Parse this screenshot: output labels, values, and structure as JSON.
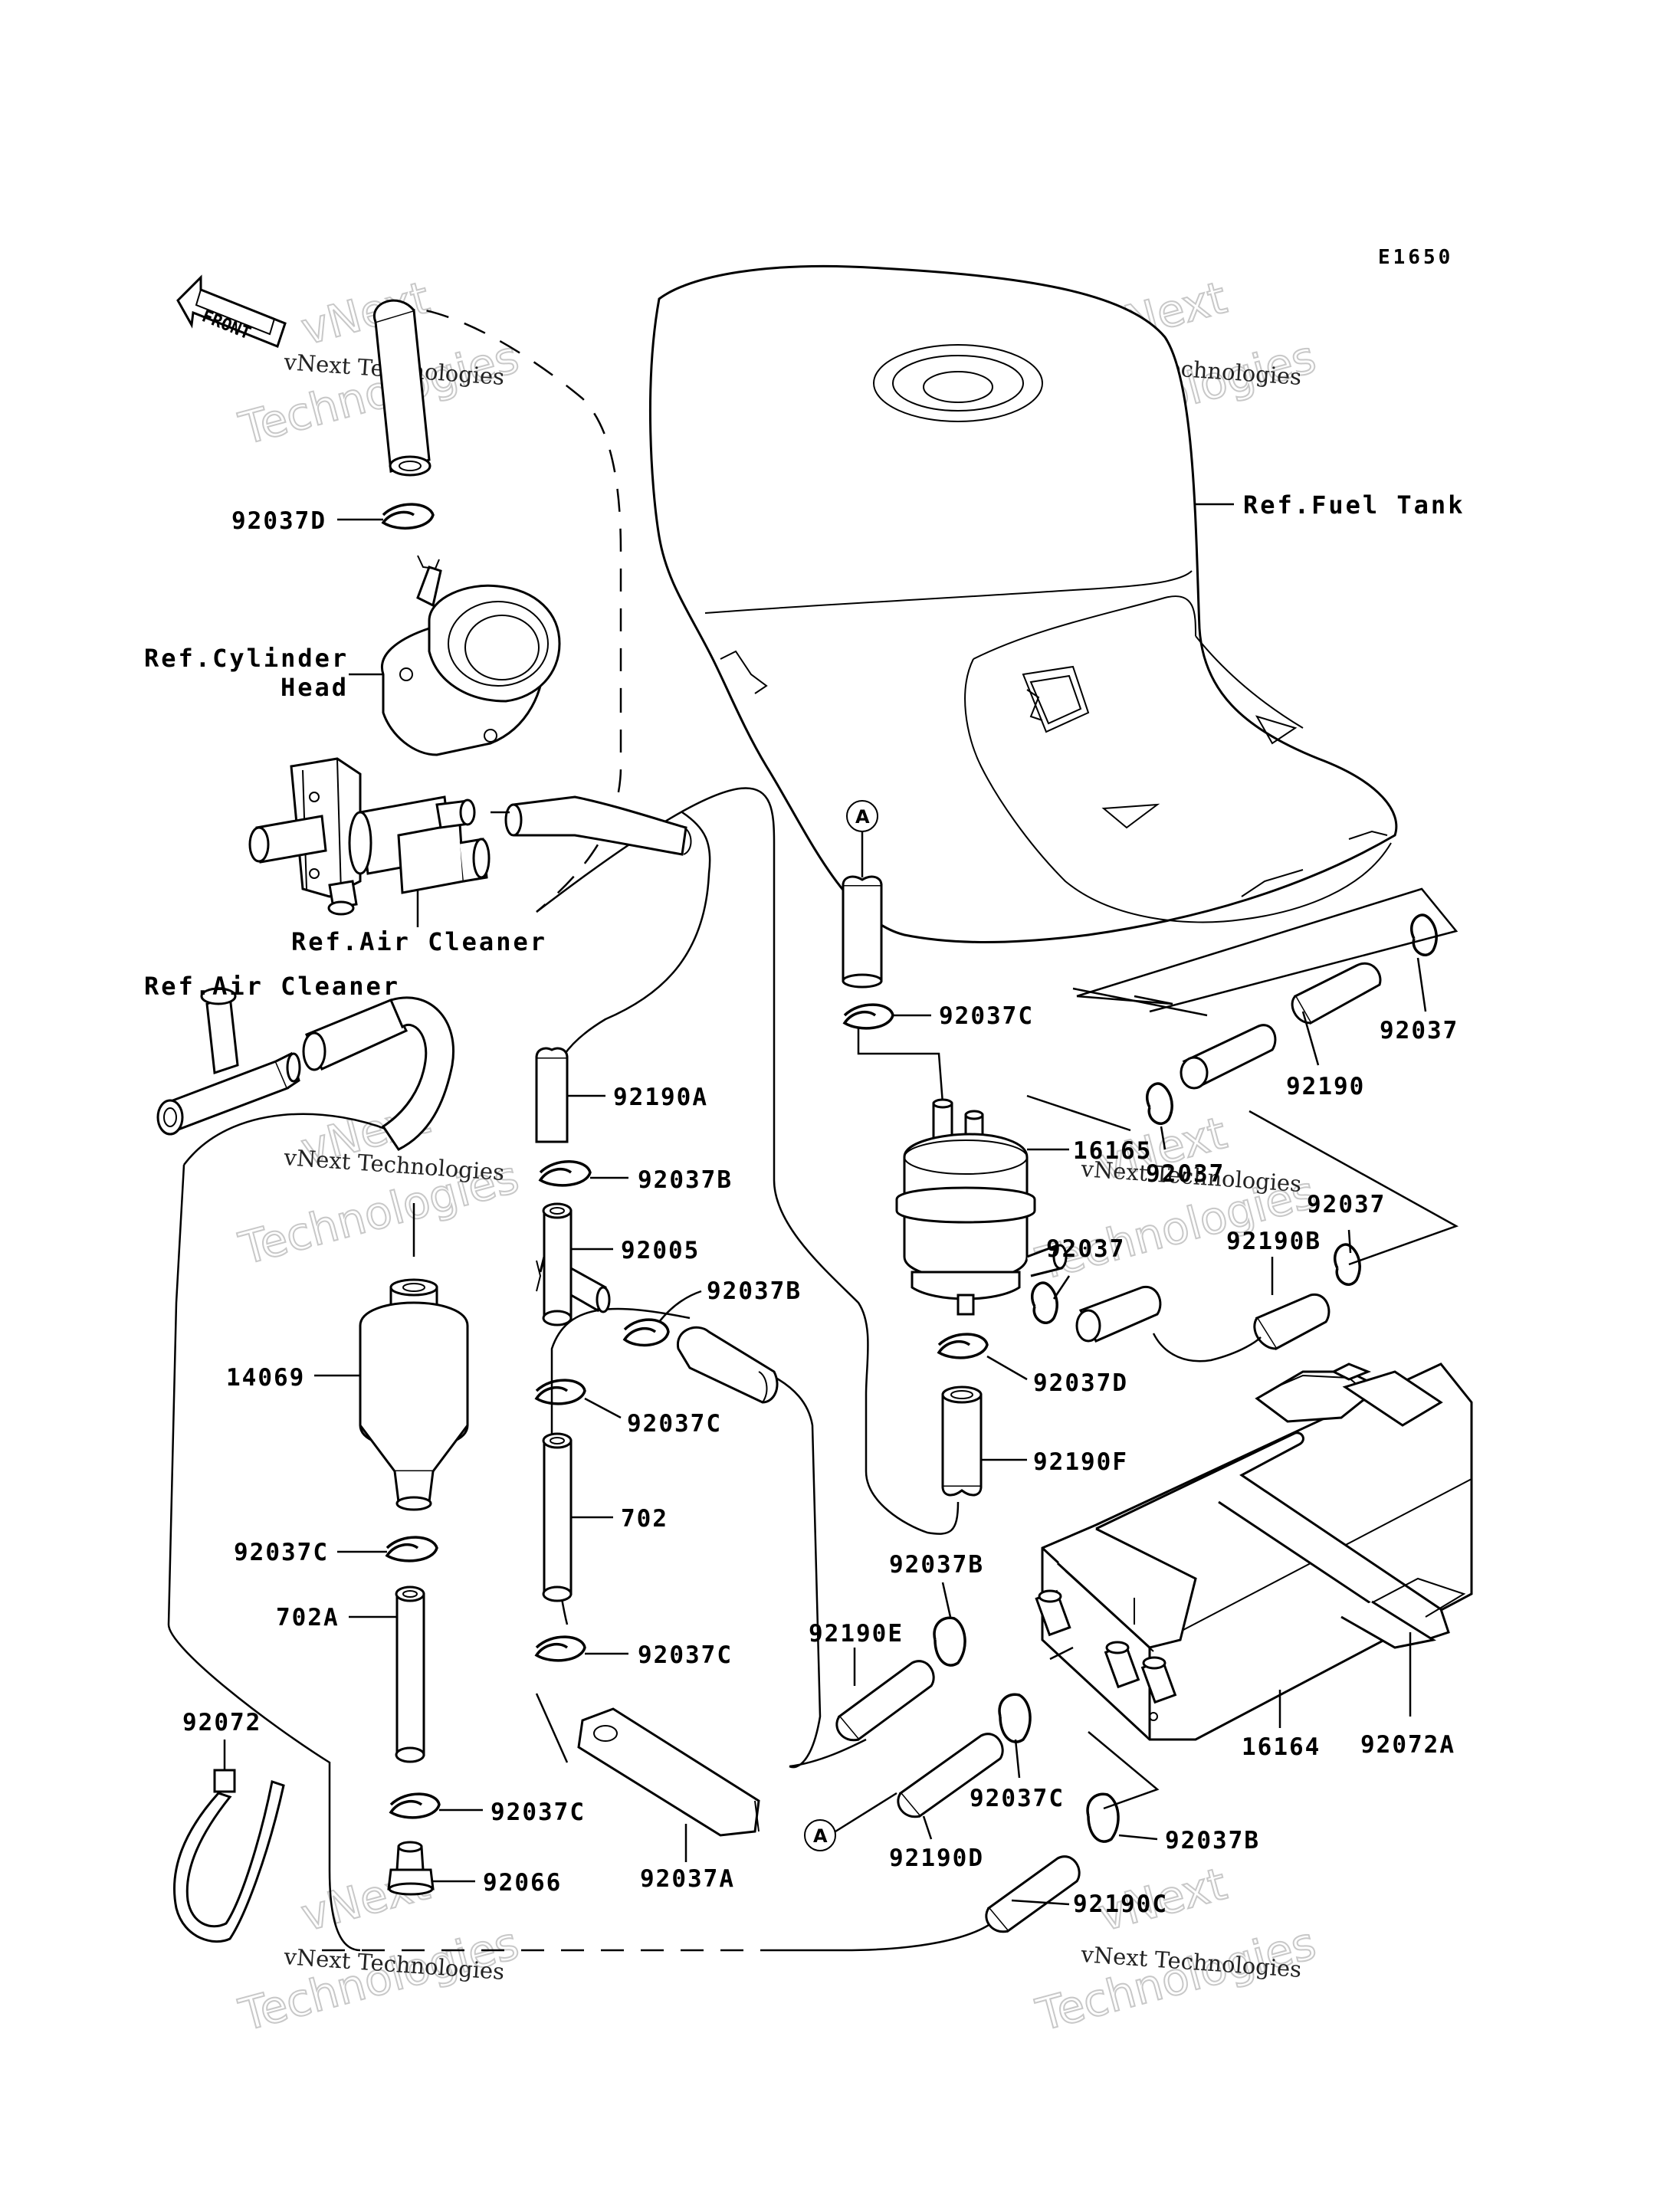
{
  "diagram_code": "E1650",
  "front_label": "FRONT",
  "references": {
    "fuel_tank": "Ref.Fuel Tank",
    "cylinder_head_line1": "Ref.Cylinder",
    "cylinder_head_line2": "Head",
    "air_cleaner_upper": "Ref.Air Cleaner",
    "air_cleaner_left": "Ref.Air Cleaner"
  },
  "parts": {
    "p92037D_top": "92037D",
    "p92190A": "92190A",
    "p92037B_left": "92037B",
    "p92005": "92005",
    "p92037B_joint": "92037B",
    "p14069": "14069",
    "p92037C_mid": "92037C",
    "p702": "702",
    "p92037C_left": "92037C",
    "p702A": "702A",
    "p92037C_lower": "92037C",
    "p92072": "92072",
    "p92037C_bottom": "92037C",
    "p92066": "92066",
    "p92037A": "92037A",
    "p92037C_pump": "92037C",
    "p16165": "16165",
    "p92037_tank_right": "92037",
    "p92190": "92190",
    "p92037_pump_right": "92037",
    "p92037_right": "92037",
    "p92037_pump_bottom": "92037",
    "p92190B": "92190B",
    "p92037D_pump": "92037D",
    "p92190F": "92190F",
    "p92037B_canister": "92037B",
    "p92190E": "92190E",
    "p92037C_canister": "92037C",
    "p92190D": "92190D",
    "p92037B_bottom": "92037B",
    "p92190C": "92190C",
    "p16164": "16164",
    "p92072A": "92072A"
  },
  "connector_marks": {
    "upper": "A",
    "lower": "A"
  },
  "watermarks": {
    "brand": "vNext Technologies",
    "big_line1": "vNext",
    "big_line2": "Technologies"
  }
}
